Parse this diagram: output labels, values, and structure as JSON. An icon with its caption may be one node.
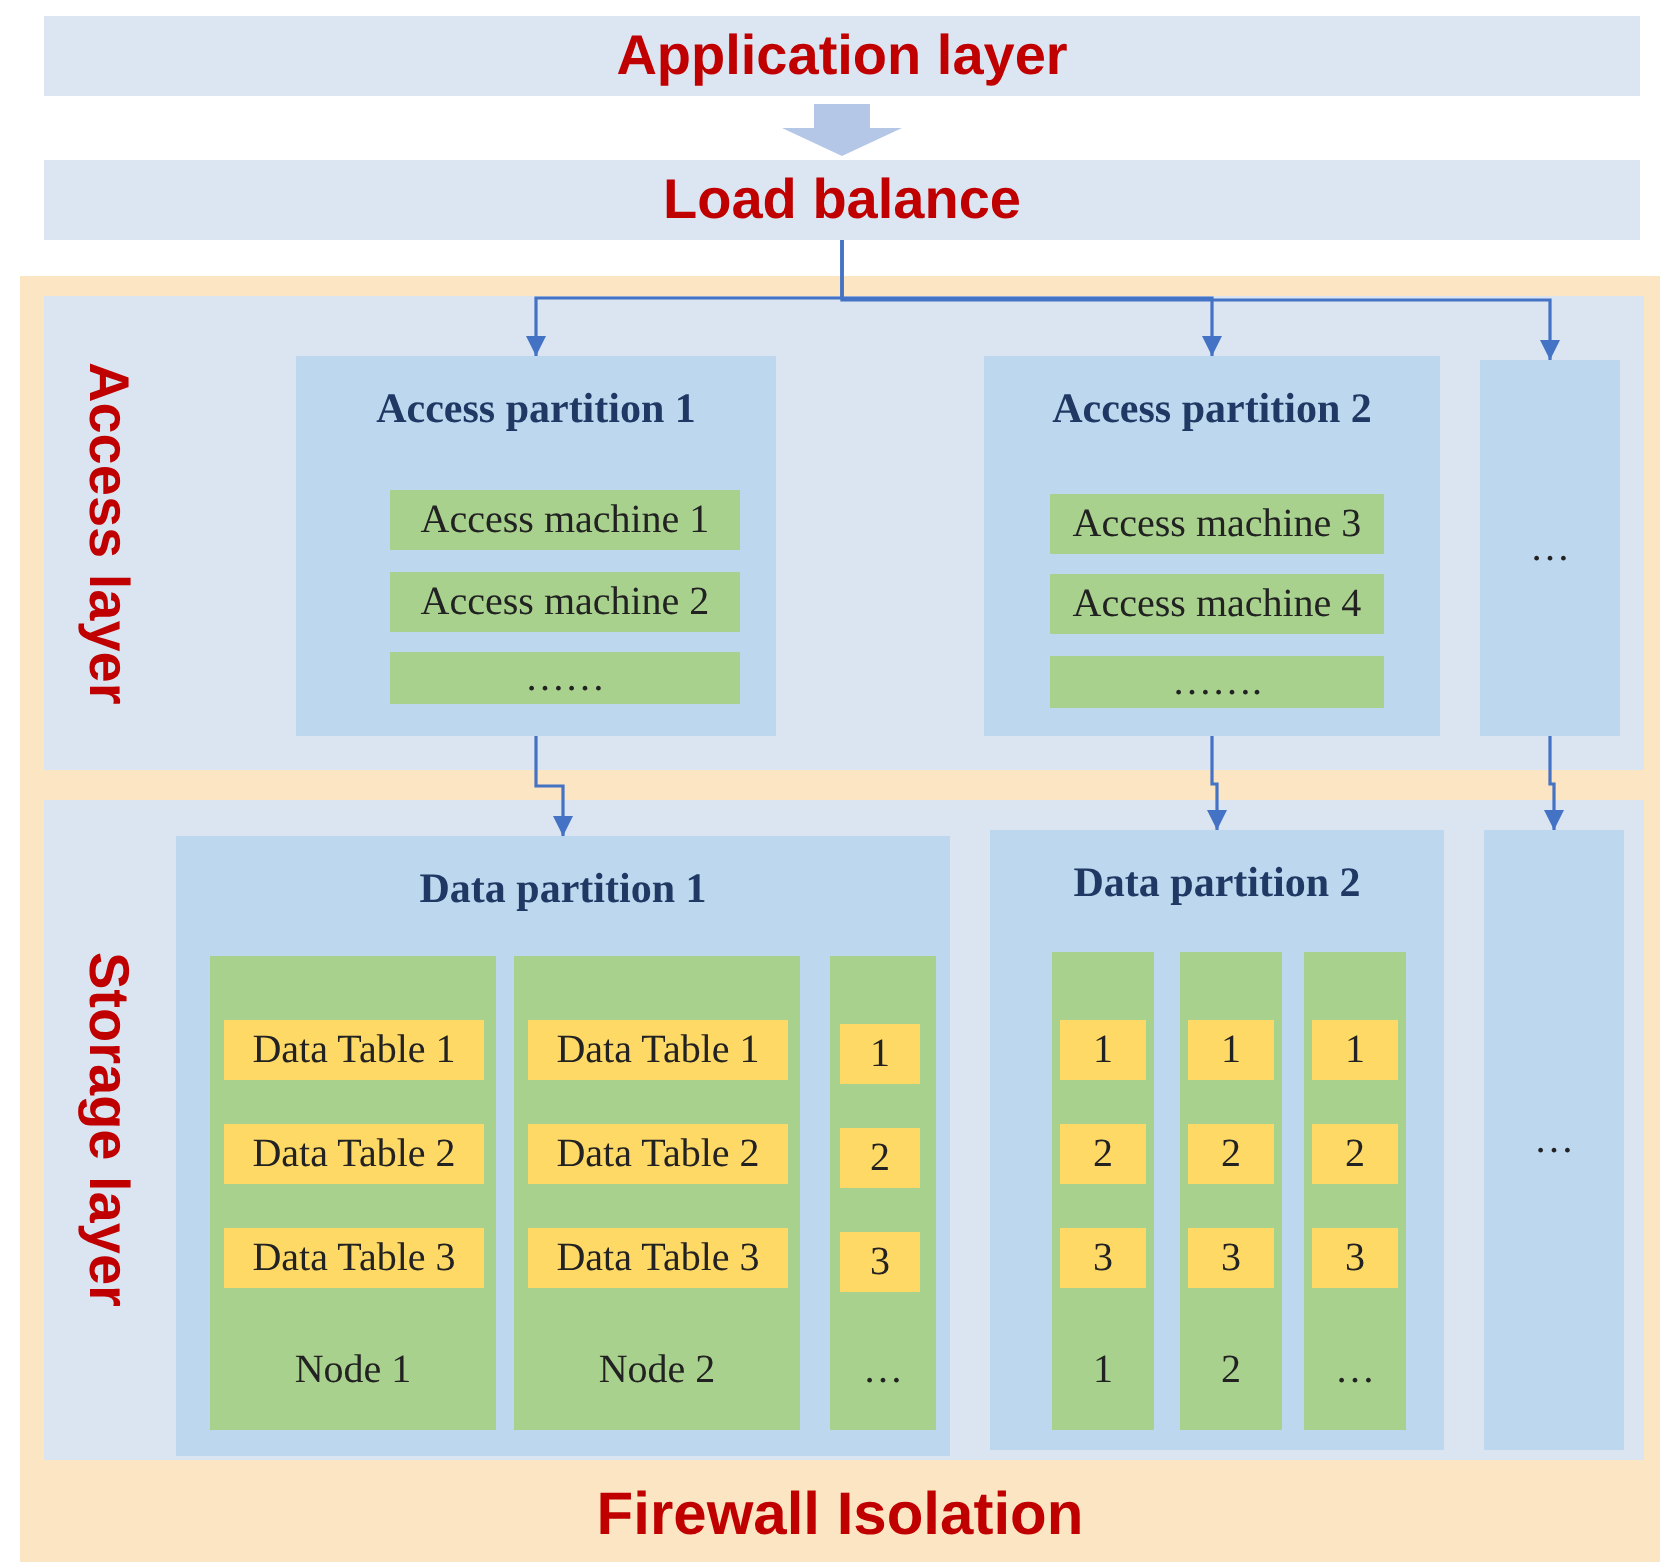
{
  "diagram": {
    "nodes": [
      {
        "text": [
          "Application layer"
        ]
      },
      {
        "text": [
          "Load balance"
        ]
      },
      {
        "text": [
          "Firewall Isolation"
        ]
      },
      {
        "text": [
          "Access layer"
        ],
        "in": 2
      },
      {
        "text": [
          "Access partition 1"
        ],
        "in": 3
      },
      {
        "text": [
          "Access machine 1"
        ],
        "in": 4
      },
      {
        "text": [
          "Access machine 2"
        ],
        "in": 4
      },
      {
        "text": [
          "……"
        ],
        "in": 4
      },
      {
        "text": [
          "Access partition 2"
        ],
        "in": 3
      },
      {
        "text": [
          "Access machine 3"
        ],
        "in": 8
      },
      {
        "text": [
          "Access machine 4"
        ],
        "in": 8
      },
      {
        "text": [
          "……."
        ],
        "in": 8
      },
      {
        "text": [
          "…"
        ],
        "in": 3
      },
      {
        "text": [
          "Storage layer"
        ],
        "in": 2
      },
      {
        "text": [
          "Data partition 1"
        ],
        "in": 13
      },
      {
        "text": [
          "Node 1"
        ],
        "in": 14
      },
      {
        "text": [
          "Data Table 1"
        ],
        "in": 15
      },
      {
        "text": [
          "Data Table 2"
        ],
        "in": 15
      },
      {
        "text": [
          "Data Table 3"
        ],
        "in": 15
      },
      {
        "text": [
          "Node 2"
        ],
        "in": 14
      },
      {
        "text": [
          "Data Table 1"
        ],
        "in": 19
      },
      {
        "text": [
          "Data Table 2"
        ],
        "in": 19
      },
      {
        "text": [
          "Data Table 3"
        ],
        "in": 19
      },
      {
        "text": [
          "…"
        ],
        "in": 14
      },
      {
        "text": [
          "1"
        ],
        "in": 23
      },
      {
        "text": [
          "2"
        ],
        "in": 23
      },
      {
        "text": [
          "3"
        ],
        "in": 23
      },
      {
        "text": [
          "Data partition 2"
        ],
        "in": 13
      },
      {
        "text": [
          "1"
        ],
        "in": 27
      },
      {
        "text": [
          "1"
        ],
        "in": 28
      },
      {
        "text": [
          "2"
        ],
        "in": 28
      },
      {
        "text": [
          "3"
        ],
        "in": 28
      },
      {
        "text": [
          "2"
        ],
        "in": 27
      },
      {
        "text": [
          "1"
        ],
        "in": 32
      },
      {
        "text": [
          "2"
        ],
        "in": 32
      },
      {
        "text": [
          "3"
        ],
        "in": 32
      },
      {
        "text": [
          "…"
        ],
        "in": 27
      },
      {
        "text": [
          "1"
        ],
        "in": 36
      },
      {
        "text": [
          "2"
        ],
        "in": 36
      },
      {
        "text": [
          "3"
        ],
        "in": 36
      },
      {
        "text": [
          "…"
        ],
        "in": 13
      }
    ],
    "edges": [
      {
        "from": 0,
        "to": 1,
        "arrow": "to",
        "style": "thick",
        "color": "#b4c7e7"
      },
      {
        "from": 1,
        "to": 4,
        "arrow": "to"
      },
      {
        "from": 1,
        "to": 8,
        "arrow": "to"
      },
      {
        "from": 1,
        "to": 12,
        "arrow": "to"
      },
      {
        "from": 4,
        "to": 14,
        "arrow": "to"
      },
      {
        "from": 8,
        "to": 27,
        "arrow": "to"
      },
      {
        "from": 12,
        "to": 40,
        "arrow": "to"
      }
    ]
  }
}
